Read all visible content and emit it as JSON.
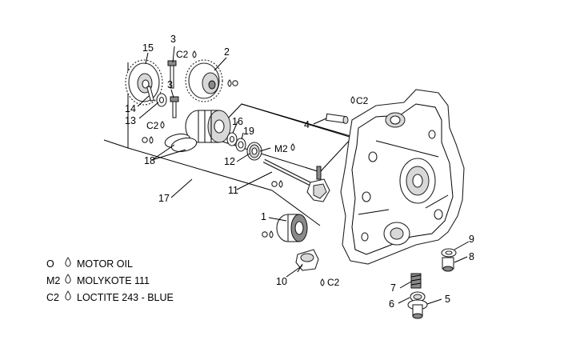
{
  "callouts": {
    "c1": "1",
    "c2": "2",
    "c3a": "3",
    "c3b": "3",
    "c4": "4",
    "c5": "5",
    "c6": "6",
    "c7": "7",
    "c8": "8",
    "c9": "9",
    "c10": "10",
    "c11": "11",
    "c12": "12",
    "c13": "13",
    "c14": "14",
    "c15": "15",
    "c16": "16",
    "c17": "17",
    "c18": "18",
    "c19": "19"
  },
  "lube_marks": {
    "c2_top": "C2",
    "c2_mid": "C2",
    "c2_case": "C2",
    "c2_bottom": "C2",
    "m2_shaft": "M2",
    "o": "O"
  },
  "legend": [
    {
      "code": "O",
      "description": "MOTOR OIL"
    },
    {
      "code": "M2",
      "description": "MOLYKOTE 111"
    },
    {
      "code": "C2",
      "description": "LOCTITE 243 - BLUE"
    }
  ]
}
